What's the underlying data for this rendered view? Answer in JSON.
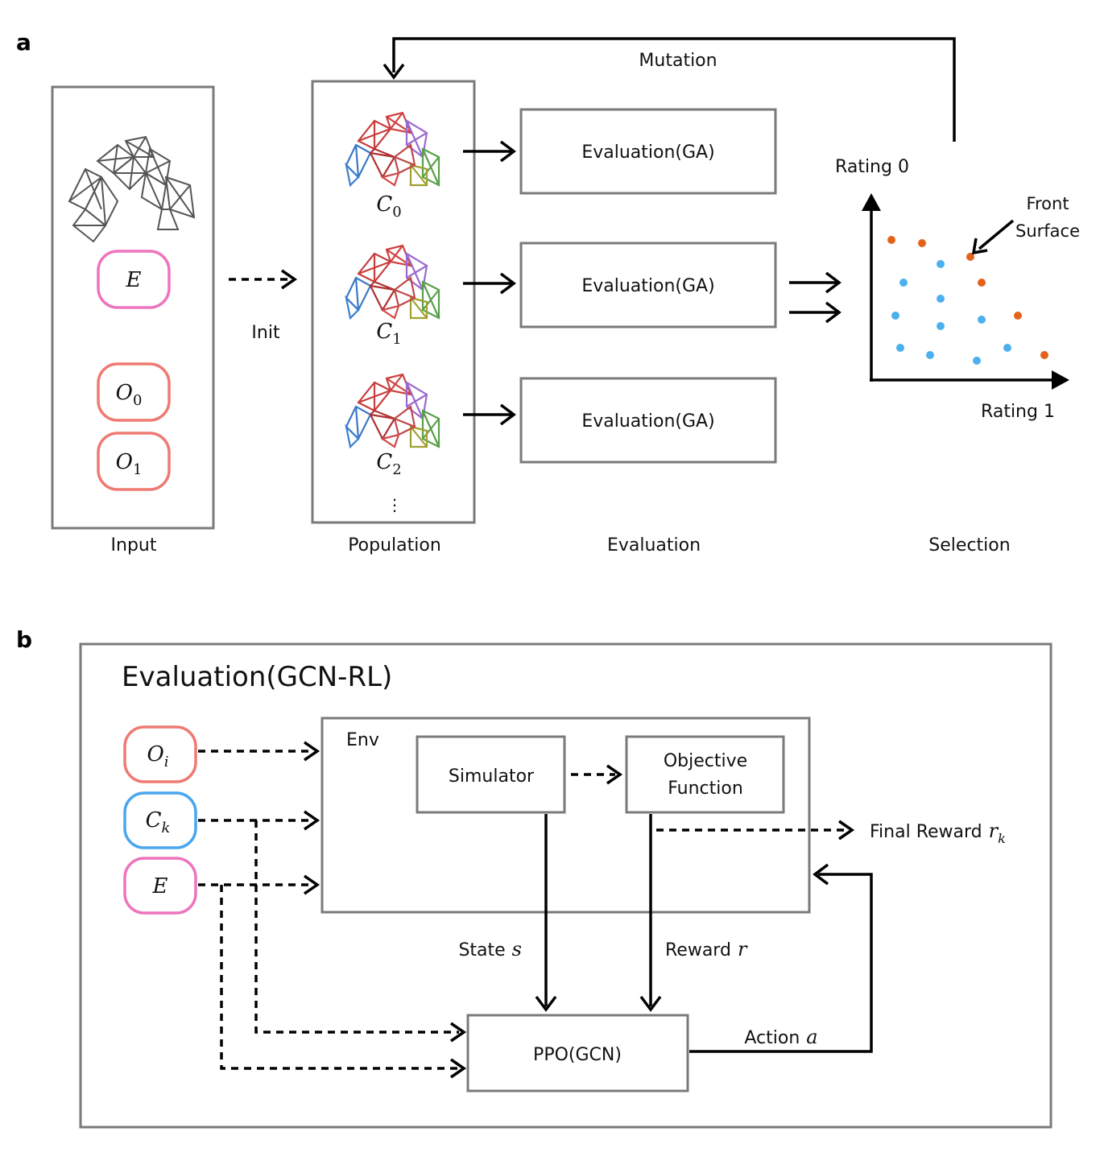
{
  "panel_a": {
    "label": "a",
    "input": {
      "caption": "Input",
      "tokens": [
        {
          "main": "E",
          "sub": ""
        },
        {
          "main": "O",
          "sub": "0"
        },
        {
          "main": "O",
          "sub": "1"
        }
      ]
    },
    "init_label": "Init",
    "population": {
      "caption": "Population",
      "candidates": [
        {
          "main": "C",
          "sub": "0"
        },
        {
          "main": "C",
          "sub": "1"
        },
        {
          "main": "C",
          "sub": "2"
        }
      ],
      "more": "⋮"
    },
    "evaluation": {
      "caption": "Evaluation",
      "boxes": [
        "Evaluation(GA)",
        "Evaluation(GA)",
        "Evaluation(GA)"
      ]
    },
    "mutation_label": "Mutation",
    "selection": {
      "caption": "Selection",
      "y_axis_label": "Rating 0",
      "x_axis_label": "Rating 1",
      "annotation_line1": "Front",
      "annotation_line2": "Surface",
      "front_color": "#e3631a",
      "other_color": "#4cb0ee"
    }
  },
  "panel_b": {
    "label": "b",
    "title": "Evaluation(GCN-RL)",
    "inputs": [
      {
        "main": "O",
        "sub": "i",
        "color": "#ee7b73"
      },
      {
        "main": "C",
        "sub": "k",
        "color": "#4aa6ee"
      },
      {
        "main": "E",
        "sub": "",
        "color": "#ee74bd"
      }
    ],
    "env_label": "Env",
    "simulator_label": "Simulator",
    "objective_line1": "Objective",
    "objective_line2": "Function",
    "final_reward_label": "Final Reward",
    "final_reward_var": "r",
    "final_reward_sub": "k",
    "state_label": "State",
    "state_var": "s",
    "reward_label": "Reward",
    "reward_var": "r",
    "action_label": "Action",
    "action_var": "a",
    "ppo_label": "PPO(GCN)"
  },
  "colors": {
    "token_E": "#ee74bd",
    "token_O": "#ee7b73",
    "token_C": "#4aa6ee",
    "box_stroke": "#7a7a7a"
  }
}
